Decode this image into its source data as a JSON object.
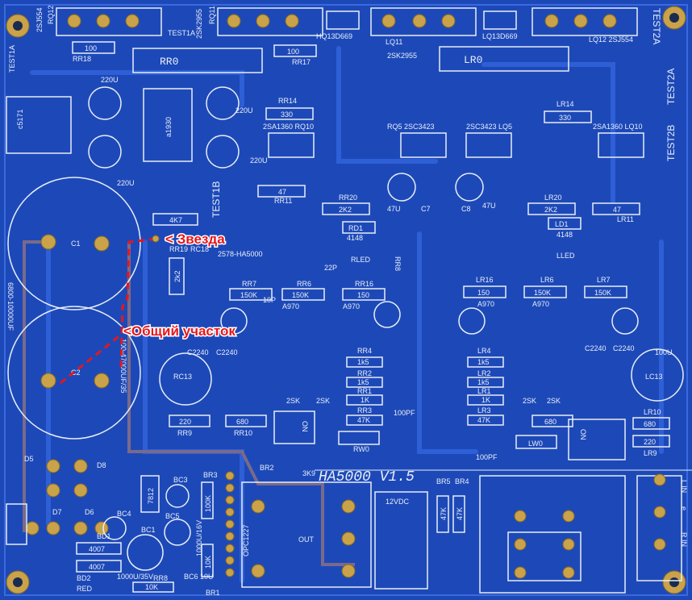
{
  "board": {
    "title": "HA5000 V1.5",
    "subtitle": "2578-HA5000",
    "colors": {
      "substrate": "#1d49b8",
      "silkscreen": "#e8eef8",
      "pads": "#c9a24a",
      "annotation": "#e8161b"
    }
  },
  "annotations": {
    "star": "< Звезда",
    "common": "<Общий участок"
  },
  "labels": {
    "test1a_top": "TEST1A",
    "test1a_left": "TEST1A",
    "test1b": "TEST1B",
    "test2a": "TEST2A",
    "test2b": "TEST2B",
    "rr0": "RR0",
    "lr0": "LR0",
    "rq12": "RQ12",
    "rq11": "RQ11",
    "sj554_l": "2SJ554",
    "sk2955_l": "2SK2955",
    "hq13": "HQ13D669",
    "lq11": "LQ11",
    "lq13": "LQ13D669",
    "lq12": "LQ12 2SJ554",
    "sk2955_c": "2SK2955",
    "rr18": "RR18",
    "rr17": "RR17",
    "r100a": "100",
    "r100b": "100",
    "c5171": "c5171",
    "a1930": "a1930",
    "c220u_a": "220U",
    "c220u_b": "220U",
    "c220u_c": "220U",
    "c220u_d": "220U",
    "rr14": "RR14",
    "r330a": "330",
    "lr14": "LR14",
    "r330b": "330",
    "rq10": "2SA1360 RQ10",
    "rq5": "RQ5 2SC3423",
    "lq5": "2SC3423 LQ5",
    "lq10": "2SA1360 LQ10",
    "rr11": "RR11",
    "r47a": "47",
    "lr11": "LR11",
    "r47b": "47",
    "rr20": "RR20",
    "r2k2a": "2K2",
    "lr20": "LR20",
    "r2k2b": "2K2",
    "c47u_a": "47U",
    "c47u_b": "47U",
    "c7": "C7",
    "c8": "C8",
    "r4k7": "4K7",
    "rd1": "RD1",
    "d4148a": "4148",
    "ld1": "LD1",
    "d4148b": "4148",
    "rled": "RLED",
    "lled": "LLED",
    "c1": "C1",
    "c2": "C2",
    "cap_big1": "6800-10000UF",
    "cap_big2": "100-47000UF/35",
    "rr19": "RR19",
    "rc18": "RC18",
    "r2k2c": "2k2",
    "rr7": "RR7",
    "r150ka": "150K",
    "rr6": "RR6",
    "r150ka2": "150K",
    "rr16": "RR16",
    "r150": "150",
    "lr16": "LR16",
    "r150b": "150",
    "lr6": "LR6",
    "r150kb": "150K",
    "lr7": "LR7",
    "r150kc": "150K",
    "a970a": "A970",
    "a970b": "A970",
    "a970c": "A970",
    "a970d": "A970",
    "c2240a": "C2240",
    "c2240b": "C2240",
    "c2240c": "C2240",
    "c2240d": "C2240",
    "c10p": "10P",
    "c22p": "22P",
    "c100u": "100U",
    "rc13": "RC13",
    "lc13": "LC13",
    "rr4": "RR4",
    "r1k5a": "1k5",
    "rr2": "RR2",
    "r1k5b": "1k5",
    "rr1": "RR1",
    "r1ka": "1K",
    "rr3": "RR3",
    "r47ka": "47K",
    "lr4": "LR4",
    "r1k5c": "1k5",
    "lr2": "LR2",
    "r1k5d": "1k5",
    "lr1": "LR1",
    "r1kb": "1K",
    "lr3": "LR3",
    "r47kb": "47K",
    "r680a": "680",
    "r680b": "680",
    "r680c": "680",
    "r220a": "220",
    "r220b": "220",
    "rr9": "RR9",
    "rr10": "RR10",
    "lr10": "LR10",
    "lr9": "LR9",
    "sk_a": "2SK",
    "sk_b": "2SK",
    "sk_c": "2SK",
    "sk_d": "2SK",
    "c100pf_a": "100PF",
    "c100pf_b": "100PF",
    "rw0": "RW0",
    "lw0": "LW0",
    "on_a": "ON",
    "on_b": "ON",
    "br2": "BR2",
    "r3k9": "3K9",
    "br3": "BR3",
    "br5": "BR5",
    "br4": "BR4",
    "r47kc": "47K",
    "r47kd": "47K",
    "v12dc": "12VDC",
    "out": "OUT",
    "r100k": "100K",
    "c1000u16v": "1000U/16V",
    "r10ka": "10K",
    "r10kb": "10K",
    "c1000u35v": "1000U/35V",
    "rr8": "RR8",
    "red": "RED",
    "bd1": "BD1",
    "bd2": "BD2",
    "d4007a": "4007",
    "d4007b": "4007",
    "d7": "D7",
    "d6": "D6",
    "d5": "D5",
    "d8": "D8",
    "bc4": "BC4",
    "bc3": "BC3",
    "bc5": "BC5",
    "bc1": "BC1",
    "br1": "BR1",
    "bc6": "BC6 10U",
    "q7812": "7812",
    "opc": "OPC1227",
    "lin": "L IN",
    "rin": "R IN",
    "ground": "e"
  }
}
